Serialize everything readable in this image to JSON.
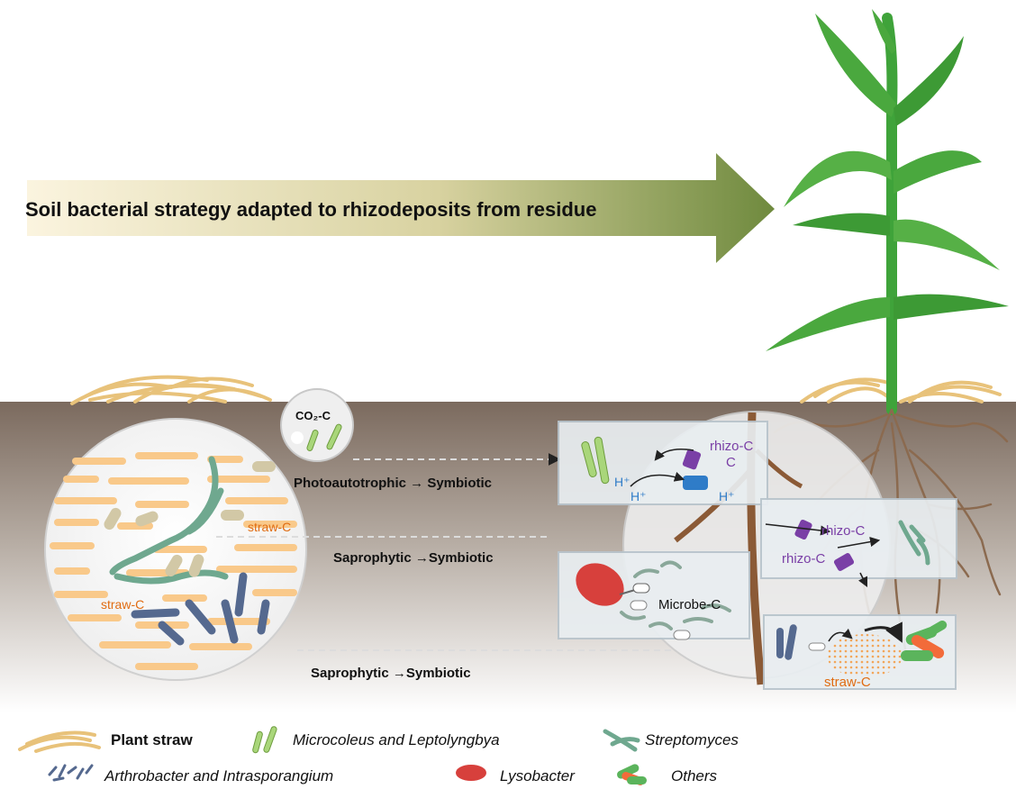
{
  "banner": {
    "title": "Soil bacterial strategy adapted to rhizodeposits from residue"
  },
  "bubble": {
    "label": "CO₂-C"
  },
  "soil_circle": {
    "labels": [
      "straw-C",
      "straw-C"
    ]
  },
  "pathways": [
    "Photoautotrophic → Symbiotic",
    "Saprophytic →Symbiotic",
    "Saprophytic →Symbiotic"
  ],
  "panel_top": {
    "rhizo_label": "rhizo-C",
    "c_label": "C",
    "h_labels": [
      "H⁺",
      "H⁺",
      "H⁺"
    ]
  },
  "panel_mid_right": {
    "labels": [
      "rhizo-C",
      "rhizo-C"
    ]
  },
  "panel_mid_left": {
    "label": "Microbe-C"
  },
  "panel_bottom": {
    "label": "straw-C"
  },
  "legend": {
    "items": [
      "Plant straw",
      "Microcoleus and Leptolyngbya",
      "Streptomyces",
      "Arthrobacter and Intrasporangium",
      "Lysobacter",
      "Others"
    ]
  },
  "colors": {
    "soil_dark": "#7b6a5e",
    "straw": "#f4c27c",
    "straw_label": "#e06c12",
    "rhizo_label": "#7a3fa6",
    "h_label": "#2f7cc8",
    "stem": "#3fa33a",
    "leaf": "#4aa83e",
    "root": "#8b6a4f",
    "microcoleus": "#a9d67a",
    "streptomyces": "#7dbf9f",
    "arthrobacter": "#55698f",
    "lysobacter": "#d7403c",
    "others_green": "#5bb45c",
    "others_orange": "#f26b3a"
  }
}
